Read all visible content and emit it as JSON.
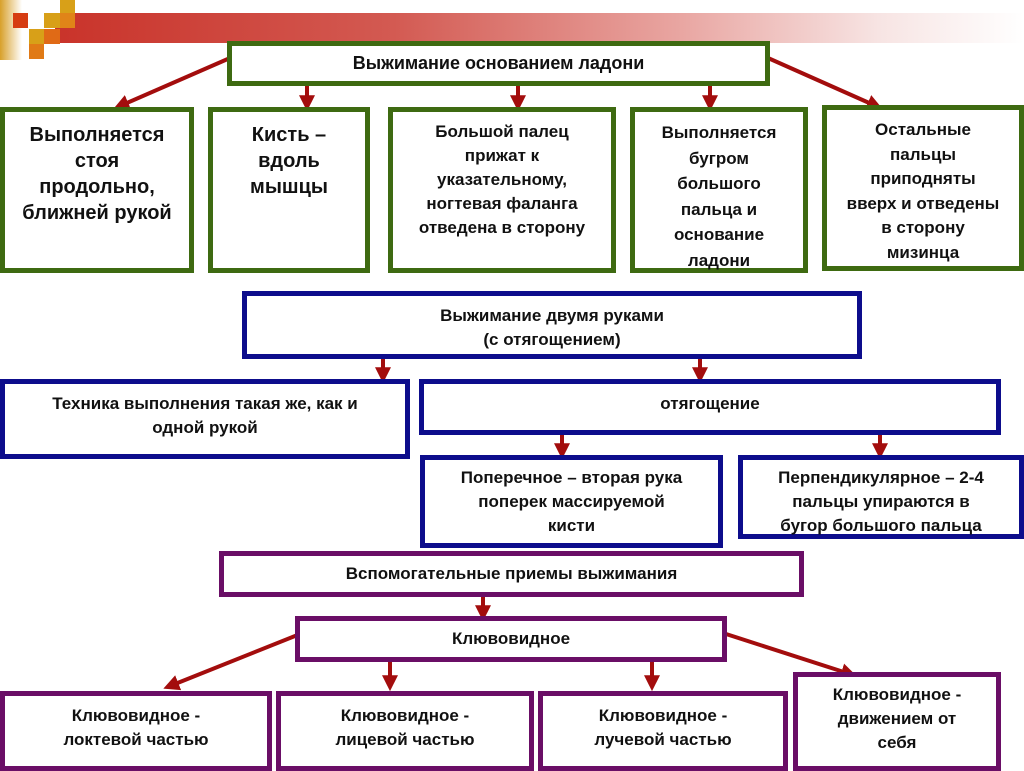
{
  "colors": {
    "green_border": "#3e6a11",
    "blue_border": "#0d0d8c",
    "purple_border": "#6a0e66",
    "arrow": "#a30d0d",
    "header_band": "#c9332a"
  },
  "section1": {
    "title": "Выжимание основанием ладони",
    "items": [
      "Выполняется\nстоя\nпродольно,\nближней рукой",
      "Кисть –\nвдоль\nмышцы",
      "Большой палец\nприжат к\nуказательному,\nногтевая фаланга\nотведена в сторону",
      "Выполняется\nбугром\nбольшого\nпальца и\nоснование\nладони",
      "Остальные\nпальцы\nприподняты\nвверх и отведены\nв сторону\nмизинца"
    ]
  },
  "section2": {
    "title": "Выжимание двумя руками\n(с отягощением)",
    "technique": "Техника выполнения такая же, как и\nодной рукой",
    "weighting": "отягощение",
    "weighting_items": [
      "Поперечное – вторая рука\nпоперек массируемой\nкисти",
      "Перпендикулярное – 2-4\nпальцы упираются в\nбугор большого пальца"
    ]
  },
  "section3": {
    "title": "Вспомогательные приемы выжимания",
    "beak": "Клювовидное",
    "items": [
      "Клювовидное -\nлоктевой частью",
      "Клювовидное -\nлицевой частью",
      "Клювовидное -\nлучевой частью",
      "Клювовидное -\nдвижением от\nсебя"
    ]
  }
}
